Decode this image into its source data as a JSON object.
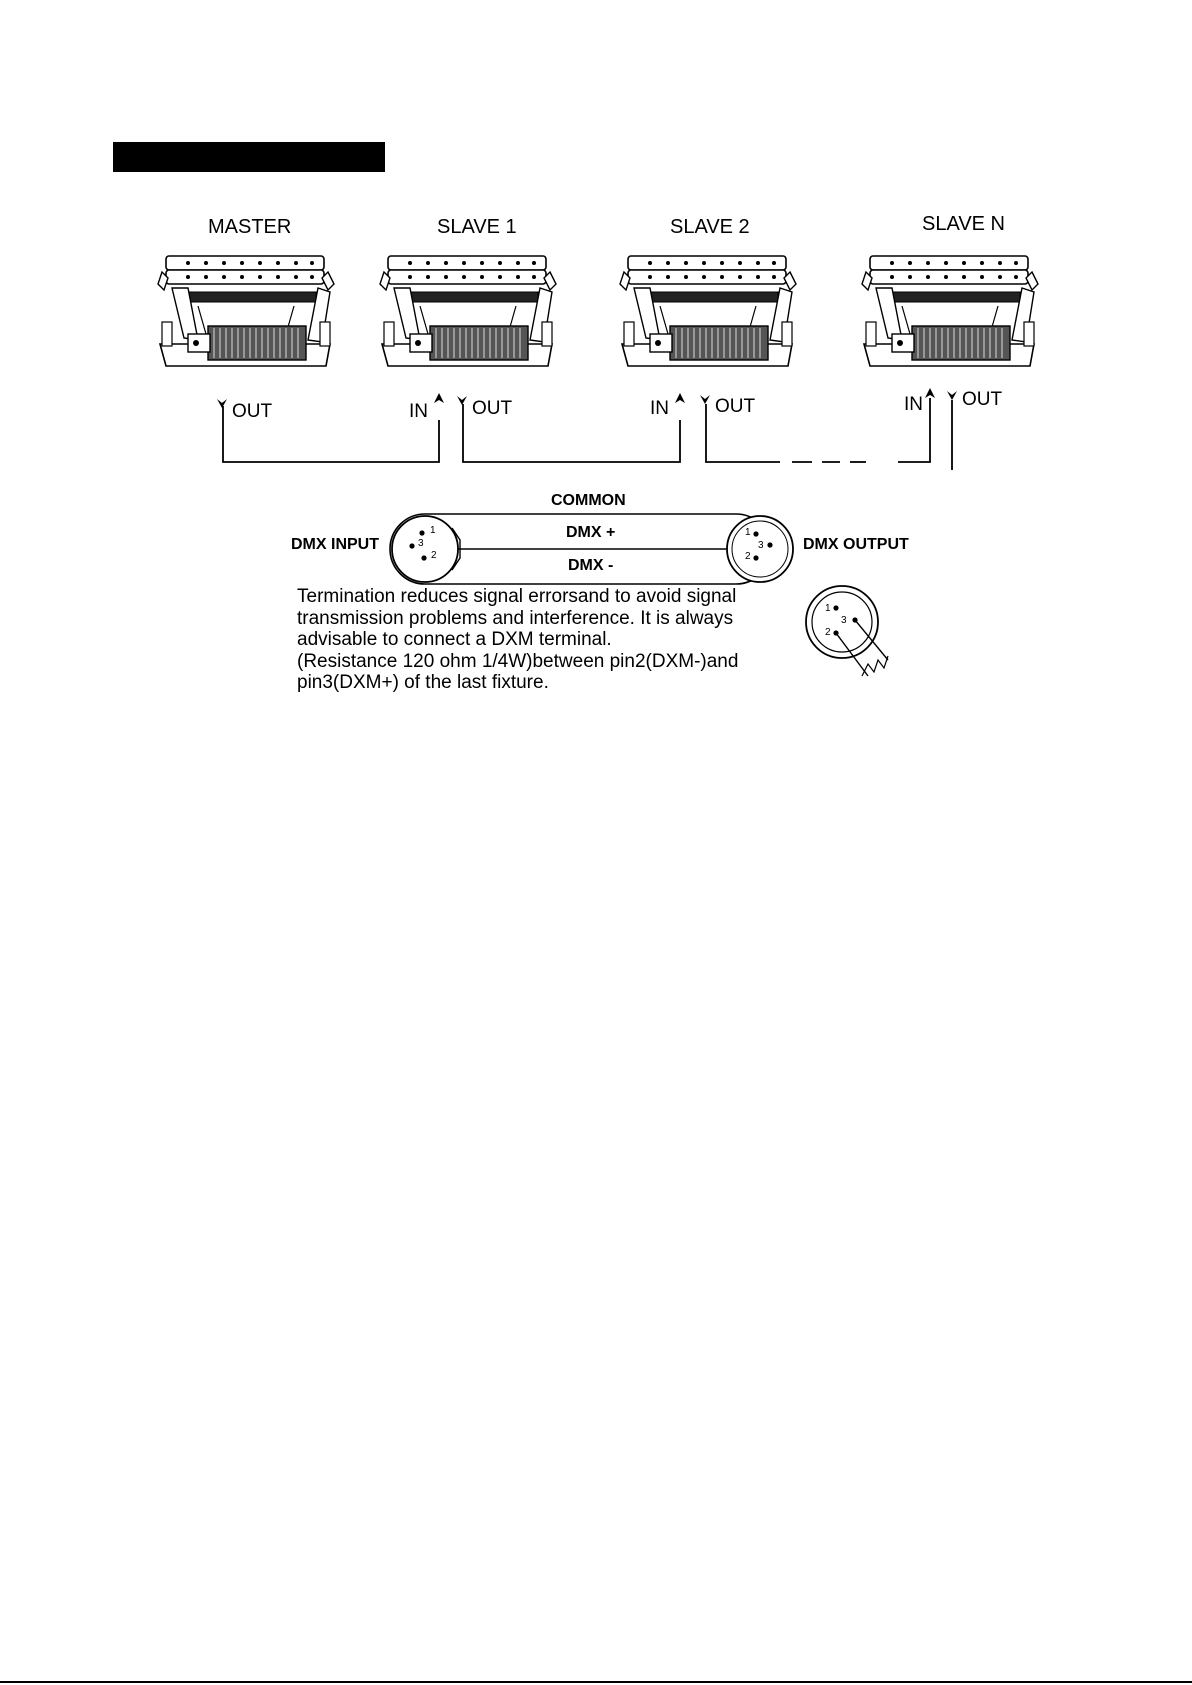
{
  "fixtures": [
    {
      "name": "MASTER",
      "ports": {
        "out": "OUT"
      }
    },
    {
      "name": "SLAVE 1",
      "ports": {
        "in": "IN",
        "out": "OUT"
      }
    },
    {
      "name": "SLAVE 2",
      "ports": {
        "in": "IN",
        "out": "OUT"
      }
    },
    {
      "name": "SLAVE N",
      "ports": {
        "in": "IN",
        "out": "OUT"
      }
    }
  ],
  "cable": {
    "common": "COMMON",
    "dmx_plus": "DMX +",
    "dmx_minus": "DMX -",
    "input_label": "DMX INPUT",
    "output_label": "DMX OUTPUT",
    "pins": [
      "1",
      "2",
      "3"
    ]
  },
  "note_lines": [
    "Termination reduces signal errorsand to avoid signal",
    "transmission problems and interference. It is always",
    "advisable to connect a DXM terminal.",
    "(Resistance 120 ohm 1/4W)between pin2(DXM-)and",
    "pin3(DXM+) of the last fixture."
  ]
}
